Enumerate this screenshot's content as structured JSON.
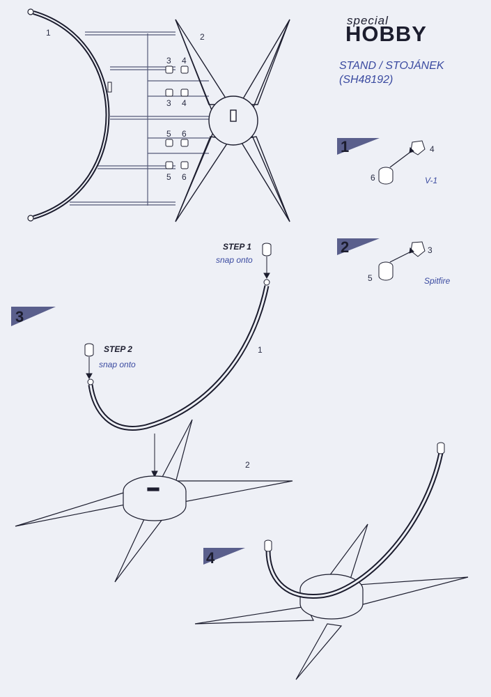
{
  "logo": {
    "line1": "special",
    "line2": "HOBBY"
  },
  "title": {
    "line1": "STAND / STOJÁNEK",
    "line2": "(SH48192)"
  },
  "sprue": {
    "part1": "1",
    "part2": "2",
    "pair_labels": [
      {
        "a": "3",
        "b": "4"
      },
      {
        "a": "3",
        "b": "4"
      },
      {
        "a": "5",
        "b": "6"
      },
      {
        "a": "5",
        "b": "6"
      }
    ]
  },
  "step1": {
    "number": "1",
    "part_a": "4",
    "part_b": "6",
    "caption": "V-1"
  },
  "step2": {
    "number": "2",
    "part_a": "3",
    "part_b": "5",
    "caption": "Spitfire"
  },
  "step3": {
    "number": "3",
    "sub1_title": "STEP 1",
    "sub1_text": "snap onto",
    "sub2_title": "STEP 2",
    "sub2_text": "snap onto",
    "part1": "1",
    "part2": "2"
  },
  "step4": {
    "number": "4"
  },
  "colors": {
    "ink": "#2a2d44",
    "accent": "#3a4aa0",
    "flag": "#5a5f8c",
    "paper": "#eef0f6"
  }
}
